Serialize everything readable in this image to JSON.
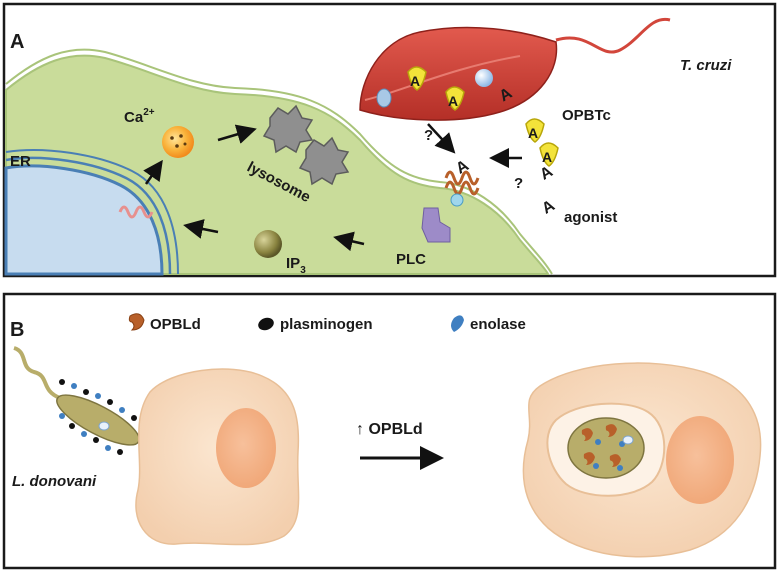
{
  "panel_a": {
    "letter": "A",
    "er": "ER",
    "calcium": "Ca",
    "calcium_sup": "2+",
    "lysosome": "lysosome",
    "ip3": "IP",
    "ip3_sub": "3",
    "plc": "PLC",
    "parasite": "T. cruzi",
    "opbtc": "OPBTc",
    "agonist": "agonist",
    "question": "?",
    "colors": {
      "cytoplasm": "#c9dc9a",
      "nucleus": "#c7dcef",
      "parasite": "#d2463b",
      "enzyme": "#f3e33a"
    }
  },
  "panel_b": {
    "letter": "B",
    "legend": [
      {
        "icon": "opbld-icon",
        "label": "OPBLd",
        "color": "#b8602a"
      },
      {
        "icon": "plasminogen-icon",
        "label": "plasminogen",
        "color": "#111111"
      },
      {
        "icon": "enolase-icon",
        "label": "enolase",
        "color": "#3f7fc1"
      }
    ],
    "parasite": "L. donovani",
    "arrow_label": "↑ OPBLd",
    "colors": {
      "host_cell": "#f8dcc0",
      "host_nucleus": "#f5b48a",
      "parasite_body": "#b8ad6a"
    }
  }
}
